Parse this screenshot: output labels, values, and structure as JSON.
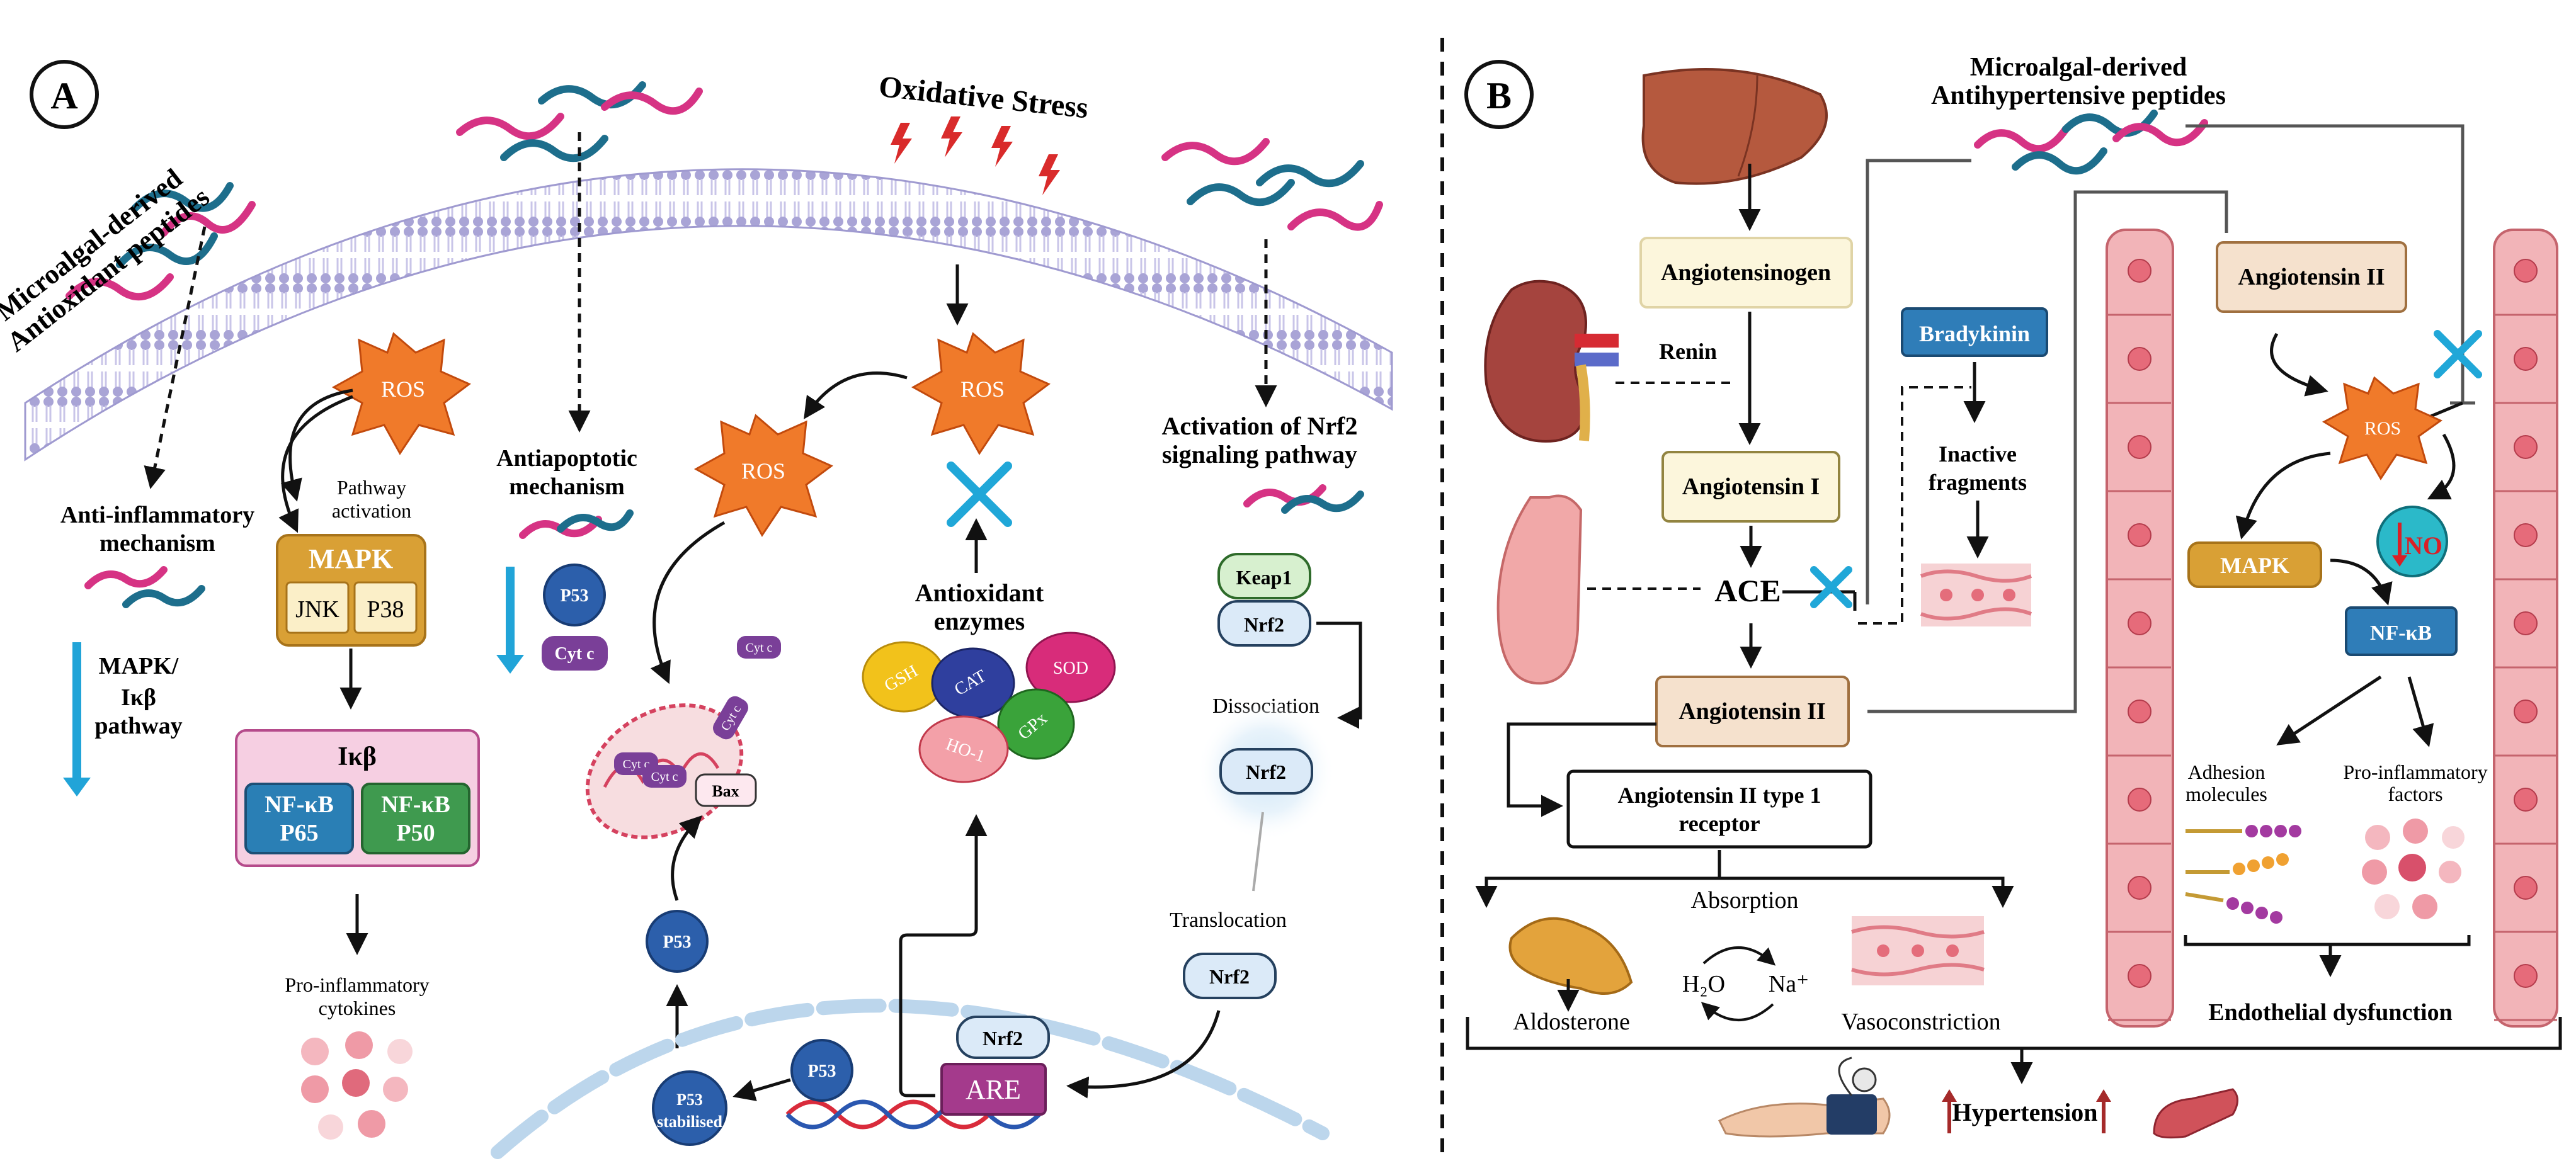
{
  "panel_a": {
    "label": "A",
    "peptides_title_line1": "Microalgal-derived",
    "peptides_title_line2": "Antioxidant peptides",
    "oxidative_stress": "Oxidative Stress",
    "ros": "ROS",
    "anti_inflammatory_line1": "Anti-inflammatory",
    "anti_inflammatory_line2": "mechanism",
    "mapk_ikb_line1": "MAPK/",
    "mapk_ikb_line2": "Iκβ",
    "mapk_ikb_line3": "pathway",
    "pathway_activation_line1": "Pathway",
    "pathway_activation_line2": "activation",
    "mapk": "MAPK",
    "jnk": "JNK",
    "p38": "P38",
    "ikb": "Iκβ",
    "nfkb": "NF-κB",
    "p65": "P65",
    "p50": "P50",
    "proinflammatory_cytokines_line1": "Pro-inflammatory",
    "proinflammatory_cytokines_line2": "cytokines",
    "antiapoptotic_line1": "Antiapoptotic",
    "antiapoptotic_line2": "mechanism",
    "p53": "P53",
    "cyt_c": "Cyt c",
    "bax": "Bax",
    "p53_stabilised_line1": "P53",
    "p53_stabilised_line2": "stabilised",
    "antioxidant_enzymes_line1": "Antioxidant",
    "antioxidant_enzymes_line2": "enzymes",
    "gsh": "GSH",
    "cat": "CAT",
    "sod": "SOD",
    "gpx": "GPx",
    "ho1": "HO-1",
    "are": "ARE",
    "nrf2": "Nrf2",
    "keap1": "Keap1",
    "nrf2_activation_line1": "Activation of Nrf2",
    "nrf2_activation_line2": "signaling pathway",
    "dissociation": "Dissociation",
    "translocation": "Translocation"
  },
  "panel_b": {
    "label": "B",
    "peptides_title_line1": "Microalgal-derived",
    "peptides_title_line2": "Antihypertensive peptides",
    "angiotensinogen": "Angiotensinogen",
    "renin": "Renin",
    "angiotensin_i": "Angiotensin I",
    "ace": "ACE",
    "angiotensin_ii": "Angiotensin II",
    "at1_receptor_line1": "Angiotensin II type 1",
    "at1_receptor_line2": "receptor",
    "bradykinin": "Bradykinin",
    "inactive_fragments_line1": "Inactive",
    "inactive_fragments_line2": "fragments",
    "absorption": "Absorption",
    "h2o": "H₂O",
    "na": "Na⁺",
    "aldosterone": "Aldosterone",
    "vasoconstriction": "Vasoconstriction",
    "ros": "ROS",
    "no": "NO",
    "mapk": "MAPK",
    "nfkb": "NF-κB",
    "adhesion_line1": "Adhesion",
    "adhesion_line2": "molecules",
    "proinflam_line1": "Pro-inflammatory",
    "proinflam_line2": "factors",
    "endothelial_dysfunction": "Endothelial dysfunction",
    "hypertension": "Hypertension"
  },
  "colors": {
    "peptide_pink": "#d63384",
    "peptide_teal": "#1d6e8c",
    "membrane": "#b7b3dc",
    "ros_orange": "#f07a2a",
    "ros_inner": "#f39b4f",
    "mapk_gold": "#d9a035",
    "ikb_pink": "#f6cfe2",
    "nfkb_blue": "#2a7fb5",
    "nfkb_green": "#3f9a4f",
    "p53_blue": "#2c5fab",
    "cyt_purple": "#7a3f98",
    "inhibit_blue": "#20a7d8",
    "arrow_blue": "#21a4d8",
    "box_cream": "#fcf6dc",
    "box_tan": "#f5e1cd",
    "bradykinin_blue": "#2f7db8",
    "vessel_pink": "#f2b4b8"
  },
  "icons": [
    "lightning-icon",
    "inhibition-x-icon",
    "liver-icon",
    "kidney-icon",
    "lung-icon",
    "adrenal-icon",
    "arm-cuff-icon",
    "blood-vessel-icon"
  ]
}
